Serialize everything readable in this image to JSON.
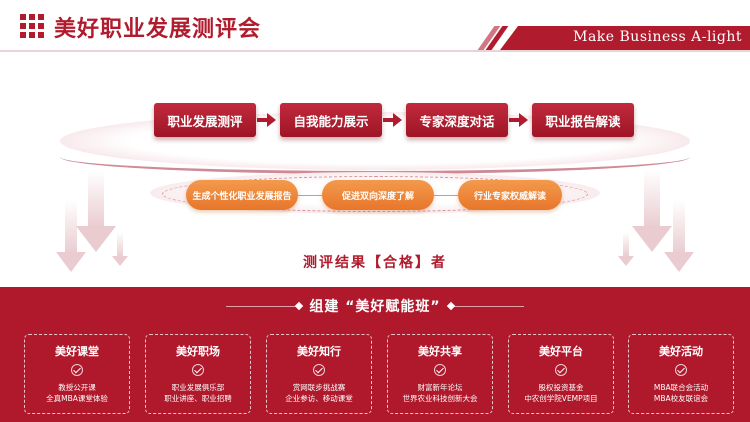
{
  "header": {
    "title": "美好职业发展测评会",
    "tagline": "Make Business A-light"
  },
  "process": {
    "steps": [
      "职业发展测评",
      "自我能力展示",
      "专家深度对话",
      "职业报告解读"
    ]
  },
  "outcomes": [
    "生成个性化职业发展报告",
    "促进双向深度了解",
    "行业专家权威解读"
  ],
  "result": "测评结果【合格】者",
  "program": {
    "title": "组建 “美好赋能班”",
    "cards": [
      {
        "title": "美好课堂",
        "lines": [
          "教授公开课",
          "全真MBA课堂体验"
        ]
      },
      {
        "title": "美好职场",
        "lines": [
          "职业发展俱乐部",
          "职业讲座、职业招聘"
        ]
      },
      {
        "title": "美好知行",
        "lines": [
          "赏网联步挑战赛",
          "企业参访、移动课堂"
        ]
      },
      {
        "title": "美好共享",
        "lines": [
          "财富新年论坛",
          "世界农业科技创新大会"
        ]
      },
      {
        "title": "美好平台",
        "lines": [
          "股权投资基金",
          "中农创学院VEMP项目"
        ]
      },
      {
        "title": "美好活动",
        "lines": [
          "MBA联合会活动",
          "MBA校友联谊会"
        ]
      }
    ]
  },
  "colors": {
    "brand": "#b01c2e",
    "accent_orange": "#e7762b"
  }
}
